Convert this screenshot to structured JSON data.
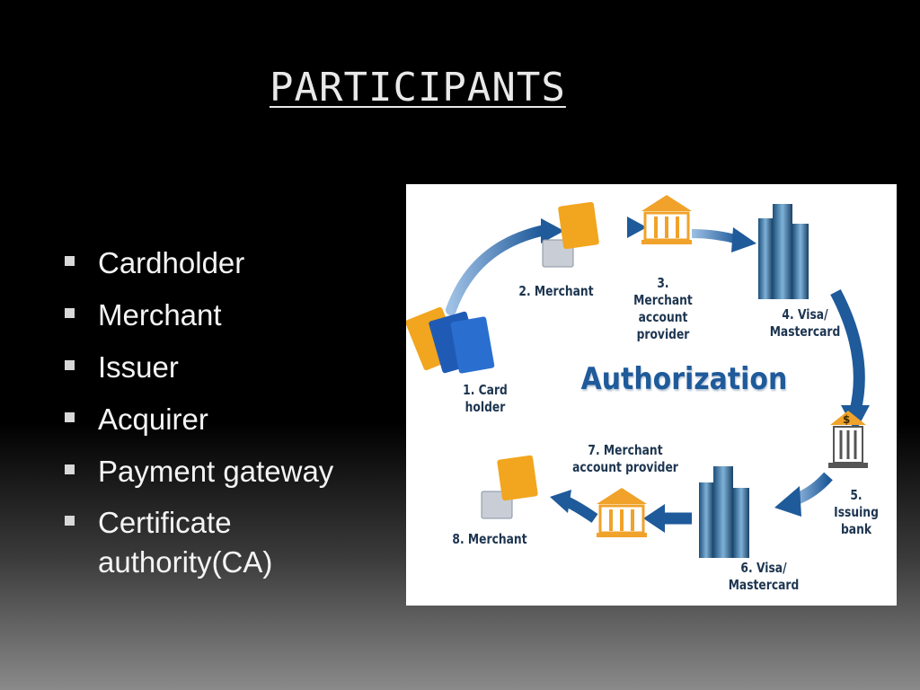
{
  "slide": {
    "title": "PARTICIPANTS",
    "bullets": [
      "Cardholder",
      "Merchant",
      "Issuer",
      "Acquirer",
      "Payment gateway",
      "Certificate authority(CA)"
    ]
  },
  "diagram": {
    "center_label": "Authorization",
    "nodes": {
      "card_holder": "1. Card holder",
      "merchant_2": "2. Merchant",
      "merchant_account_3": "3. Merchant account provider",
      "visa_4": "4. Visa/ Mastercard",
      "issuing_bank_5": "5. Issuing bank",
      "visa_6": "6. Visa/ Mastercard",
      "merchant_account_7": "7. Merchant account provider",
      "merchant_8": "8. Merchant"
    },
    "icons": {
      "bank": "bank-building-icon",
      "cards": "credit-cards-icon",
      "terminal": "card-terminal-icon",
      "towers": "office-towers-icon",
      "dollar": "dollar-sign"
    },
    "colors": {
      "arrow_blue": "#1f5a9a",
      "label_navy": "#1d3550",
      "card_orange": "#f2a51e",
      "card_blue": "#1f5bb5",
      "bank_orange": "#f0a22a"
    }
  }
}
